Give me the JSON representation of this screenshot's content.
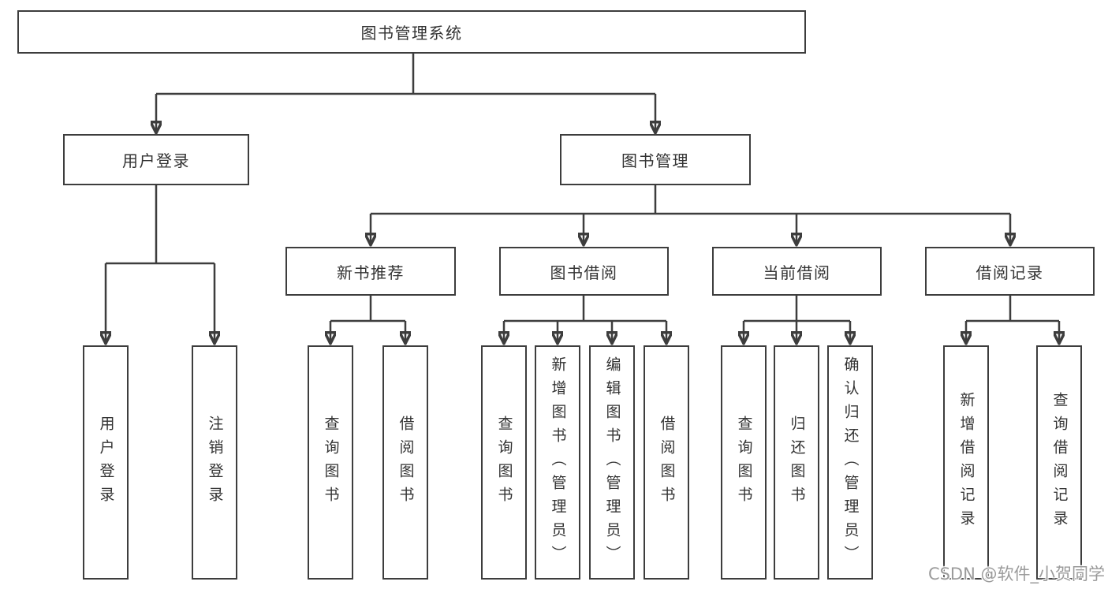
{
  "diagram": {
    "root": {
      "label": "图书管理系统"
    },
    "user_login": {
      "label": "用户登录",
      "children": [
        {
          "label": "用户登录"
        },
        {
          "label": "注销登录"
        }
      ]
    },
    "book_mgmt": {
      "label": "图书管理",
      "sections": [
        {
          "label": "新书推荐",
          "children": [
            {
              "label": "查询图书"
            },
            {
              "label": "借阅图书"
            }
          ]
        },
        {
          "label": "图书借阅",
          "children": [
            {
              "label": "查询图书"
            },
            {
              "label": "新增图书（管理员）"
            },
            {
              "label": "编辑图书（管理员）"
            },
            {
              "label": "借阅图书"
            }
          ]
        },
        {
          "label": "当前借阅",
          "children": [
            {
              "label": "查询图书"
            },
            {
              "label": "归还图书"
            },
            {
              "label": "确认归还（管理员）"
            }
          ]
        },
        {
          "label": "借阅记录",
          "children": [
            {
              "label": "新增借阅记录"
            },
            {
              "label": "查询借阅记录"
            }
          ]
        }
      ]
    }
  },
  "watermark": {
    "text": "CSDN @软件_小贺同学"
  },
  "colors": {
    "line": "#3d3d3d",
    "text": "#333333",
    "watermark": "#9b9b9b",
    "background": "#ffffff"
  }
}
